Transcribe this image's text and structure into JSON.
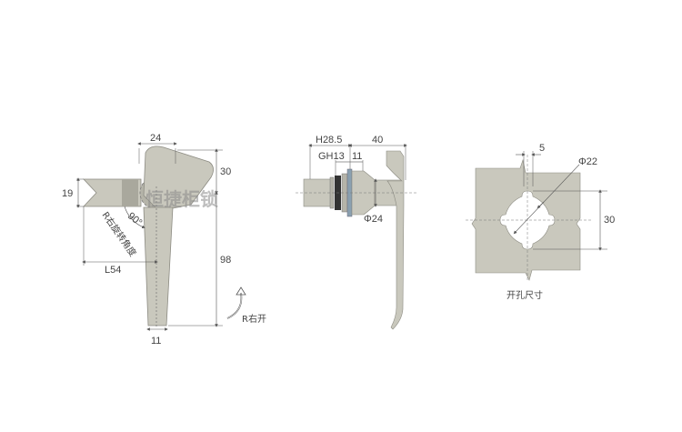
{
  "colors": {
    "part_fill": "#c9c8bd",
    "part_dark": "#a9a89d",
    "part_stroke": "#8c8b82",
    "dim_line": "#555555",
    "text": "#444444",
    "background": "#ffffff"
  },
  "watermark": "恒捷柜锁",
  "view_left": {
    "dimensions": {
      "top_width": "24",
      "head_height": "30",
      "body_height": "19",
      "overall_height": "98",
      "handle_length": "L54",
      "tip_width": "11"
    },
    "rotation_angle": "90°",
    "rotation_label": "R右旋转角度",
    "open_direction": "R右开"
  },
  "view_side": {
    "dimensions": {
      "h": "H28.5",
      "gh": "GH13",
      "flange": "11",
      "length": "40",
      "diameter": "Φ24"
    }
  },
  "view_cutout": {
    "dimensions": {
      "slot_width": "5",
      "diameter": "Φ22",
      "height": "30"
    },
    "caption": "开孔尺寸"
  }
}
